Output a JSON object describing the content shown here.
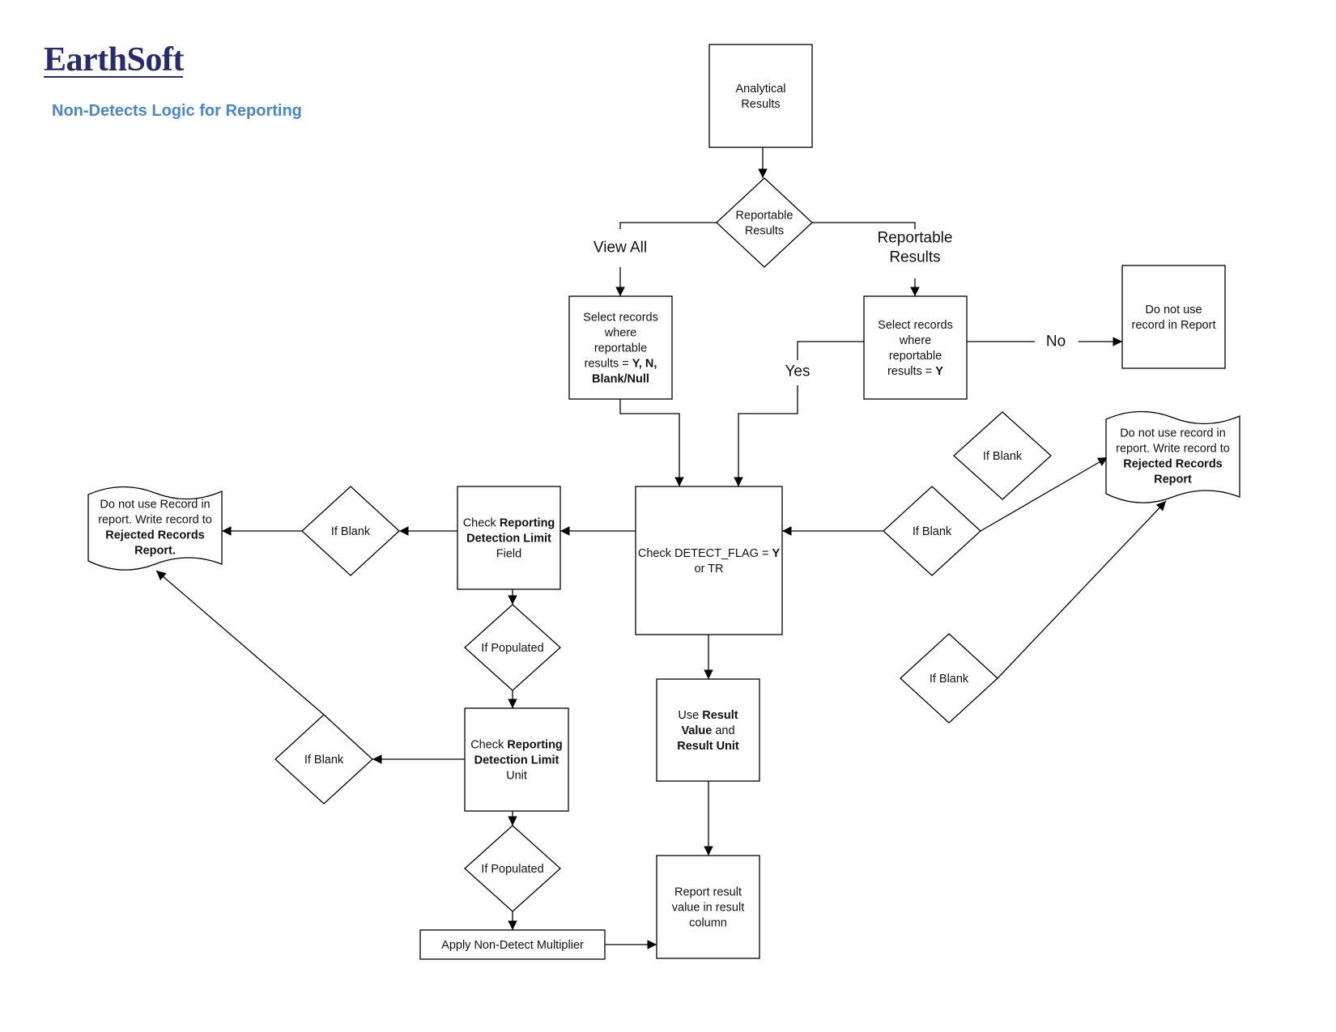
{
  "header": {
    "logo_text": "EarthSoft",
    "title": "Non-Detects Logic for Reporting",
    "brand_color": "#262b6e",
    "title_color": "#4a86c8"
  },
  "nodes": {
    "analytical_results": [
      "Analytical",
      "Results"
    ],
    "reportable_results_decision": [
      "Reportable",
      "Results"
    ],
    "select_all": [
      [
        "Select records"
      ],
      [
        "where"
      ],
      [
        "reportable"
      ],
      [
        "results = ",
        {
          "b": "Y, N,"
        }
      ],
      [
        {
          "b": "Blank/Null"
        }
      ]
    ],
    "select_y": [
      [
        "Select records"
      ],
      [
        "where"
      ],
      [
        "reportable"
      ],
      [
        "results = ",
        {
          "b": "Y"
        }
      ]
    ],
    "do_not_use_report": [
      "Do not use",
      "record in Report"
    ],
    "check_detect_flag": [
      [
        "Check DETECT_FLAG = ",
        {
          "b": "Y"
        }
      ],
      [
        "or TR"
      ]
    ],
    "check_rdl_field": [
      [
        "Check ",
        {
          "b": "Reporting"
        }
      ],
      [
        {
          "b": "Detection Limit"
        }
      ],
      [
        "Field"
      ]
    ],
    "check_rdl_unit": [
      [
        "Check ",
        {
          "b": "Reporting"
        }
      ],
      [
        {
          "b": "Detection Limit"
        }
      ],
      [
        "Unit"
      ]
    ],
    "use_result": [
      [
        "Use ",
        {
          "b": "Result"
        }
      ],
      [
        {
          "b": "Value"
        },
        " and"
      ],
      [
        {
          "b": "Result Unit"
        }
      ]
    ],
    "report_result": [
      "Report result",
      "value in result",
      "column"
    ],
    "apply_multiplier": "Apply Non-Detect Multiplier",
    "if_populated": "If Populated",
    "if_blank": "If Blank",
    "rejected_left": [
      [
        "Do not use Record in"
      ],
      [
        "report. Write record to"
      ],
      [
        {
          "b": "Rejected Records"
        }
      ],
      [
        {
          "b": "Report."
        }
      ]
    ],
    "rejected_right": [
      [
        "Do not use record in"
      ],
      [
        "report. Write record to"
      ],
      [
        {
          "b": "Rejected Records"
        }
      ],
      [
        {
          "b": "Report"
        }
      ]
    ]
  },
  "edge_labels": {
    "view_all": "View All",
    "reportable_results": [
      "Reportable",
      "Results"
    ],
    "yes": "Yes",
    "no": "No"
  },
  "colors": {
    "yes": "#1fa04a",
    "no": "#e02020",
    "line": "#000000"
  }
}
